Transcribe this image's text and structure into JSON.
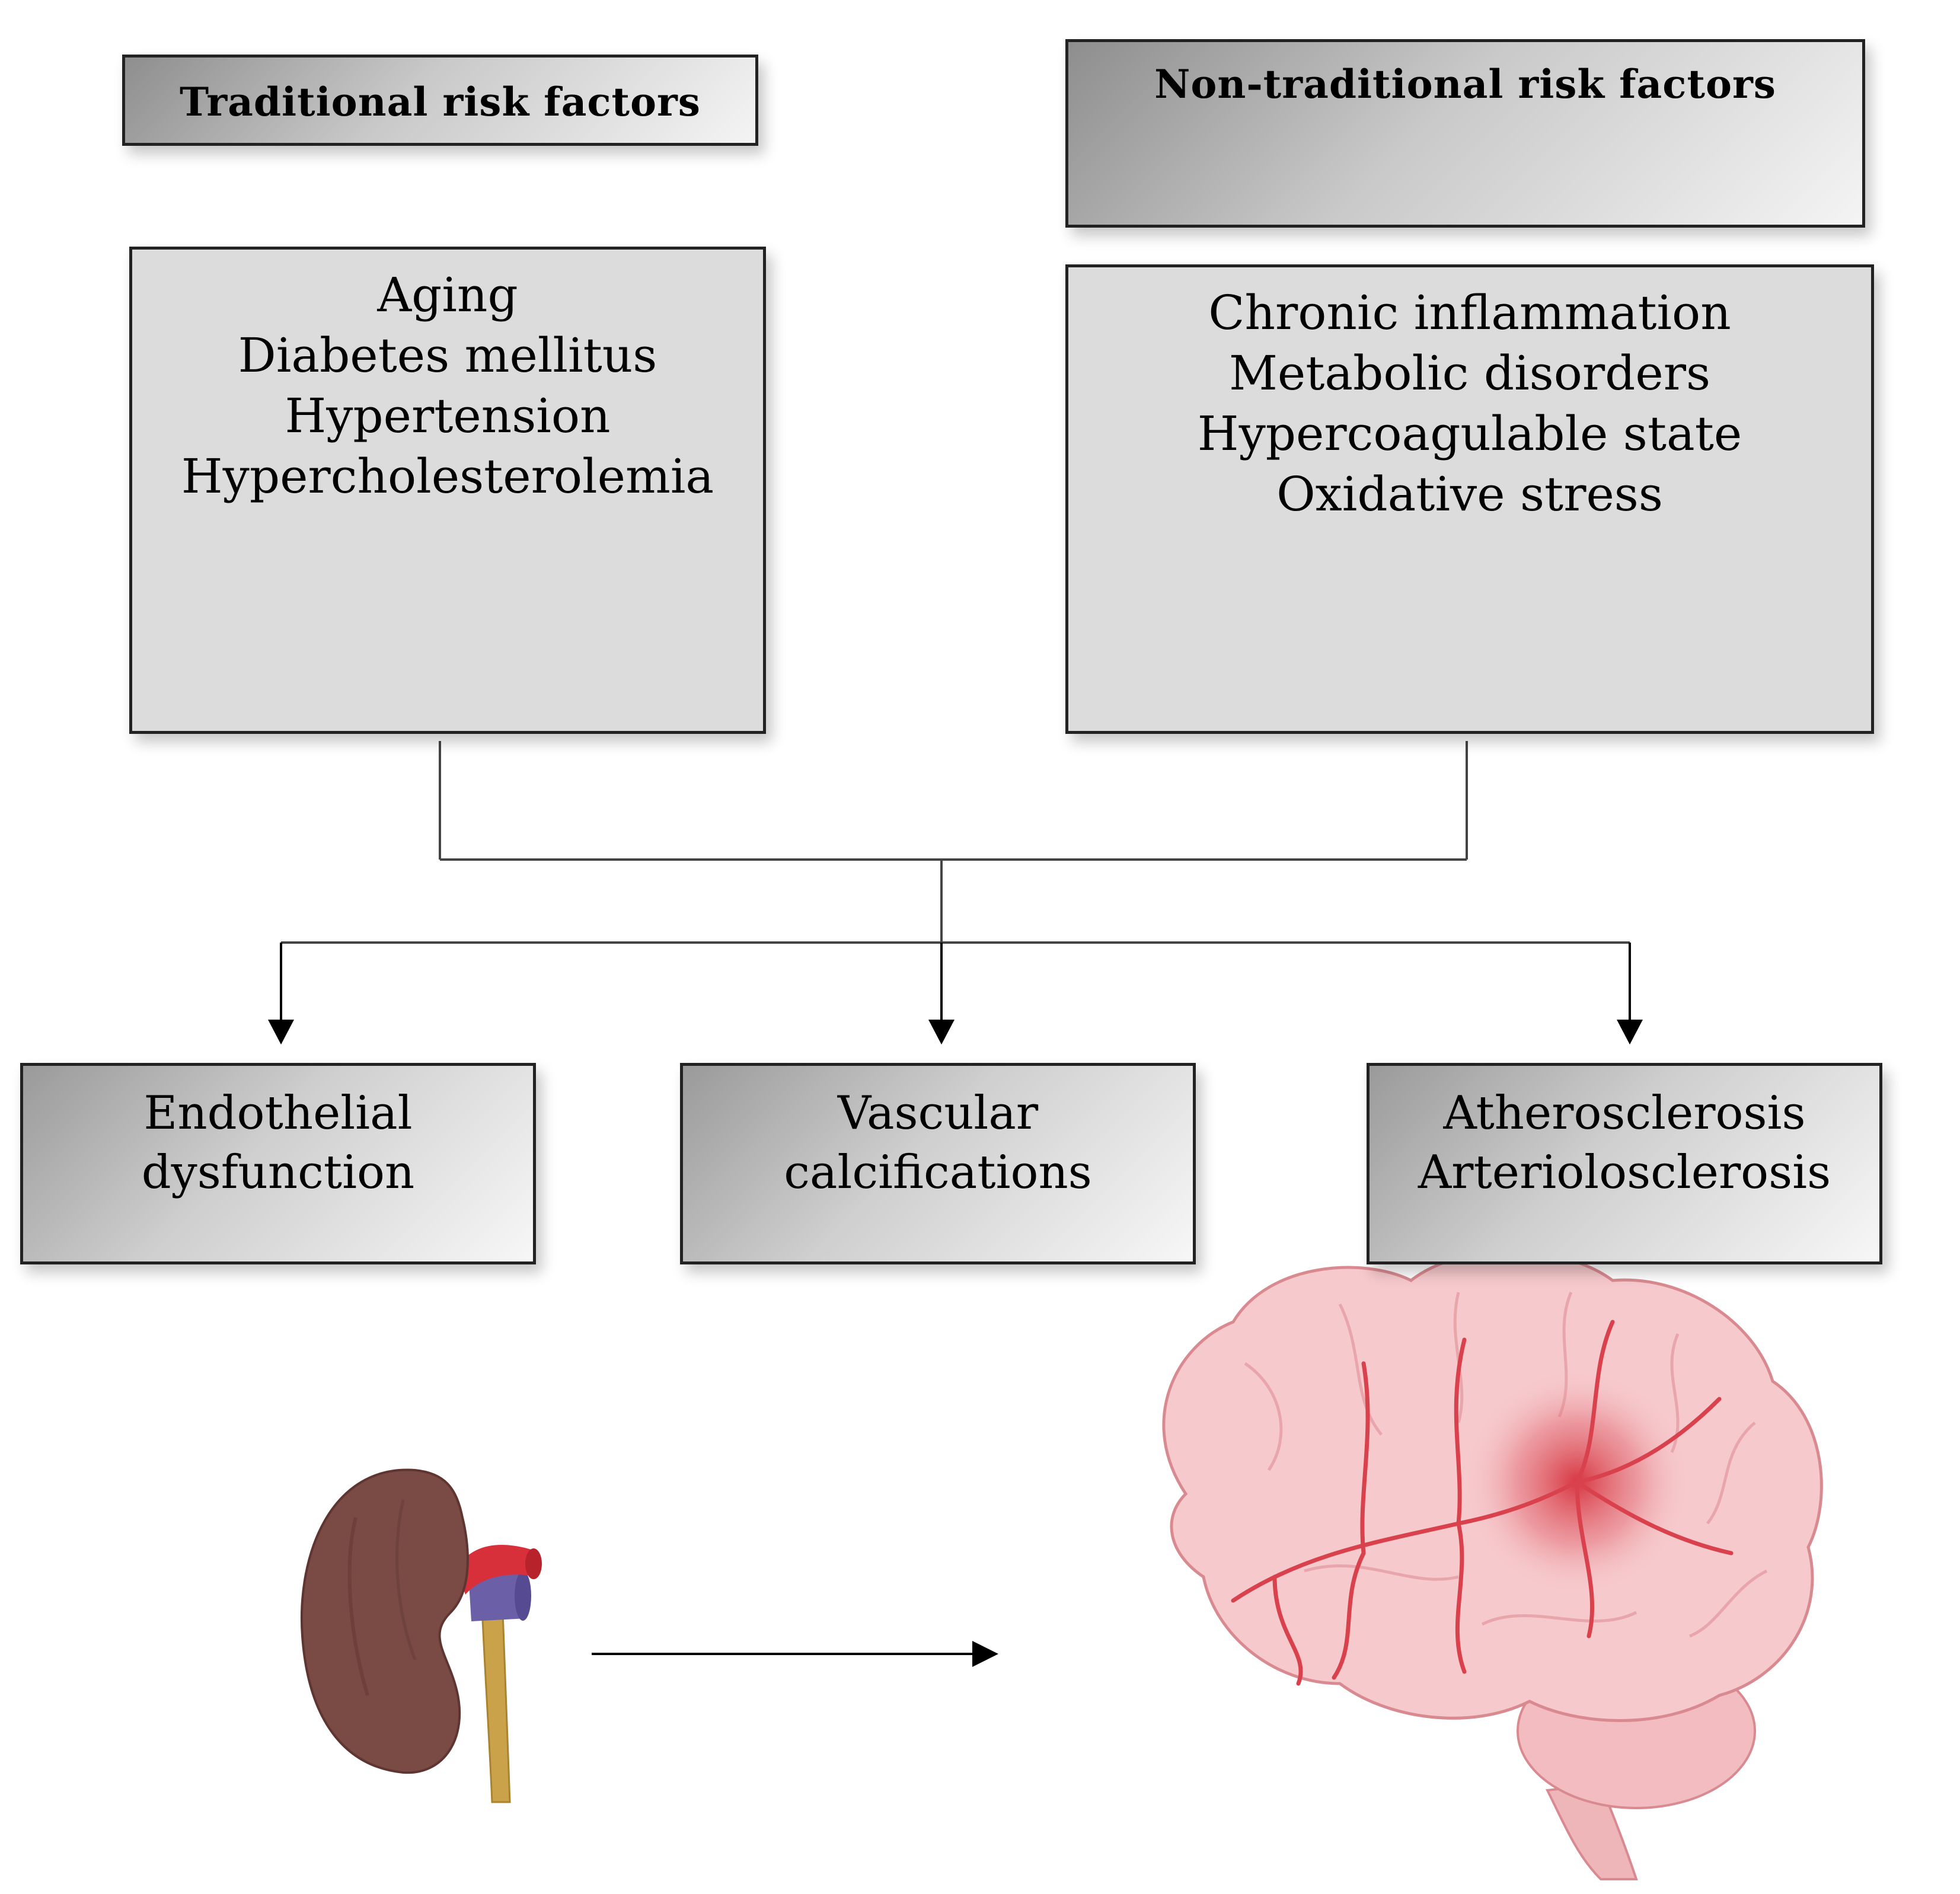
{
  "traditional": {
    "title": "Traditional risk factors",
    "items": [
      "Aging",
      "Diabetes mellitus",
      "Hypertension",
      "Hypercholesterolemia"
    ]
  },
  "non_traditional": {
    "title": "Non-traditional risk factors",
    "items": [
      "Chronic inflammation",
      "Metabolic disorders",
      "Hypercoagulable state",
      "Oxidative stress"
    ]
  },
  "outcomes": [
    {
      "lines": [
        "Endothelial",
        "dysfunction"
      ]
    },
    {
      "lines": [
        "Vascular",
        "calcifications"
      ]
    },
    {
      "lines": [
        "Atherosclerosis",
        "Arteriolosclerosis"
      ]
    }
  ],
  "illustrations": {
    "left": "kidney-illustration",
    "right": "brain-illustration"
  },
  "colors": {
    "kidney": "#7a4a44",
    "artery": "#d8303a",
    "vein": "#6b5fa8",
    "ureter": "#c9a24a",
    "brain": "#f6c9cc",
    "brain_vessels": "#d9414d",
    "lesion": "#d62f3a"
  }
}
